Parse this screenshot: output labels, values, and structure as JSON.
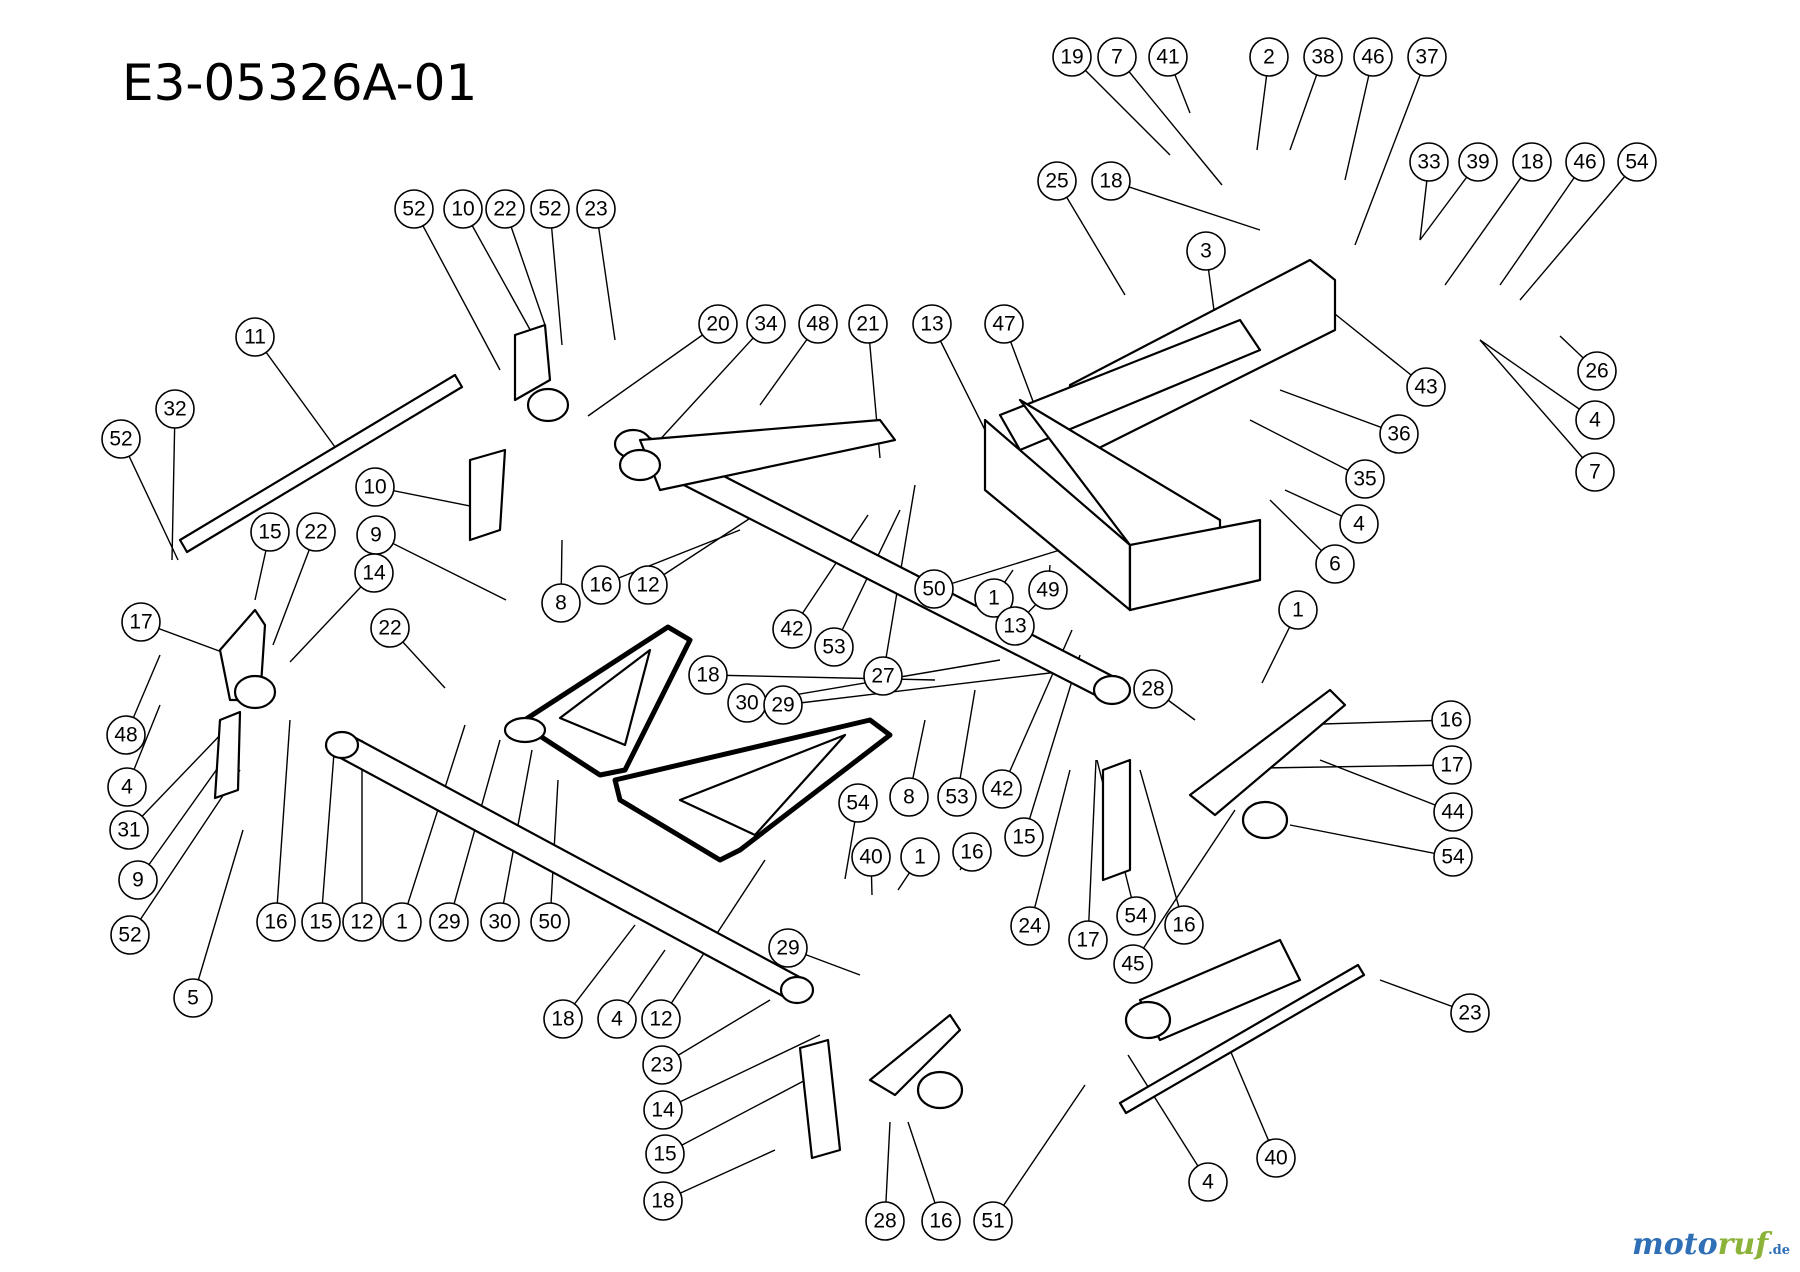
{
  "title": "E3-05326A-01",
  "watermark": {
    "main_a": "moto",
    "main_b": "ruf",
    "tld": ".de"
  },
  "callouts": [
    "19",
    "7",
    "41",
    "2",
    "38",
    "46",
    "37",
    "33",
    "39",
    "18",
    "46",
    "54",
    "25",
    "18",
    "3",
    "26",
    "4",
    "7",
    "43",
    "36",
    "35",
    "4",
    "6",
    "52",
    "10",
    "22",
    "52",
    "23",
    "11",
    "20",
    "34",
    "48",
    "21",
    "13",
    "47",
    "32",
    "52",
    "10",
    "9",
    "8",
    "15",
    "22",
    "14",
    "17",
    "22",
    "16",
    "12",
    "42",
    "53",
    "27",
    "50",
    "1",
    "49",
    "13",
    "1",
    "48",
    "4",
    "18",
    "30",
    "29",
    "31",
    "9",
    "52",
    "16",
    "15",
    "12",
    "1",
    "29",
    "30",
    "50",
    "5",
    "8",
    "53",
    "42",
    "15",
    "28",
    "16",
    "17",
    "44",
    "54",
    "23",
    "54",
    "40",
    "1",
    "16",
    "54",
    "16",
    "18",
    "4",
    "12",
    "29",
    "24",
    "17",
    "45",
    "23",
    "14",
    "15",
    "18",
    "28",
    "16",
    "51",
    "4",
    "40",
    "52",
    "11"
  ]
}
